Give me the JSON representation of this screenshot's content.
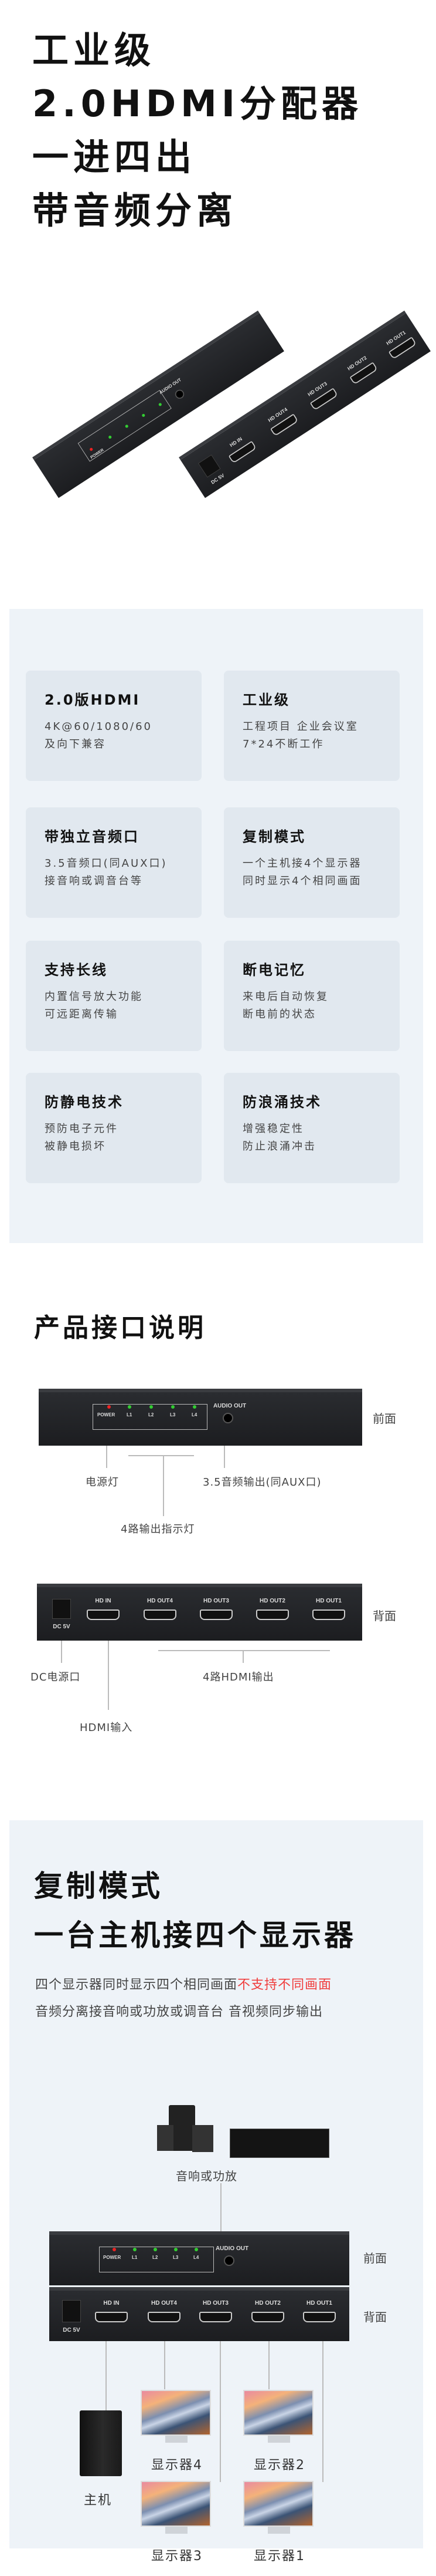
{
  "hero": {
    "title_lines": [
      "工业级",
      "2.0HDMI分配器",
      "一进四出",
      "带音频分离"
    ]
  },
  "device": {
    "power": "POWER",
    "leds": [
      "L1",
      "L2",
      "L3",
      "L4"
    ],
    "audio_out": "AUDIO OUT",
    "dc": "DC 5V",
    "hd_in": "HD IN",
    "outs": [
      "HD OUT4",
      "HD OUT3",
      "HD OUT2",
      "HD OUT1"
    ]
  },
  "features": [
    {
      "title": "2.0版HDMI",
      "lines": [
        "4K@60/1080/60",
        "及向下兼容"
      ]
    },
    {
      "title": "工业级",
      "lines": [
        "工程项目 企业会议室",
        "7*24不断工作"
      ]
    },
    {
      "title": "带独立音频口",
      "lines": [
        "3.5音频口(同AUX口)",
        "接音响或调音台等"
      ]
    },
    {
      "title": "复制模式",
      "lines": [
        "一个主机接4个显示器",
        "同时显示4个相同画面"
      ]
    },
    {
      "title": "支持长线",
      "lines": [
        "内置信号放大功能",
        "可远距离传输"
      ]
    },
    {
      "title": "断电记忆",
      "lines": [
        "来电后自动恢复",
        "断电前的状态"
      ]
    },
    {
      "title": "防静电技术",
      "lines": [
        "预防电子元件",
        "被静电损坏"
      ]
    },
    {
      "title": "防浪涌技术",
      "lines": [
        "增强稳定性",
        "防止浪涌冲击"
      ]
    }
  ],
  "interface": {
    "title": "产品接口说明",
    "front": "前面",
    "back": "背面",
    "power_led": "电源灯",
    "audio": "3.5音频输出(同AUX口)",
    "leds": "4路输出指示灯",
    "dc": "DC电源口",
    "hdmi_out": "4路HDMI输出",
    "hdmi_in": "HDMI输入"
  },
  "copy_mode": {
    "title1": "复制模式",
    "title2": "一台主机接四个显示器",
    "desc1": "四个显示器同时显示四个相同画面",
    "desc1_red": "不支持不同画面",
    "desc2": "音频分离接音响或功放或调音台 音视频同步输出",
    "audio_label": "音响或功放",
    "front": "前面",
    "back": "背面",
    "host": "主机",
    "monitors": [
      "显示器4",
      "显示器2",
      "显示器3",
      "显示器1"
    ],
    "red": "#f03c3c"
  }
}
